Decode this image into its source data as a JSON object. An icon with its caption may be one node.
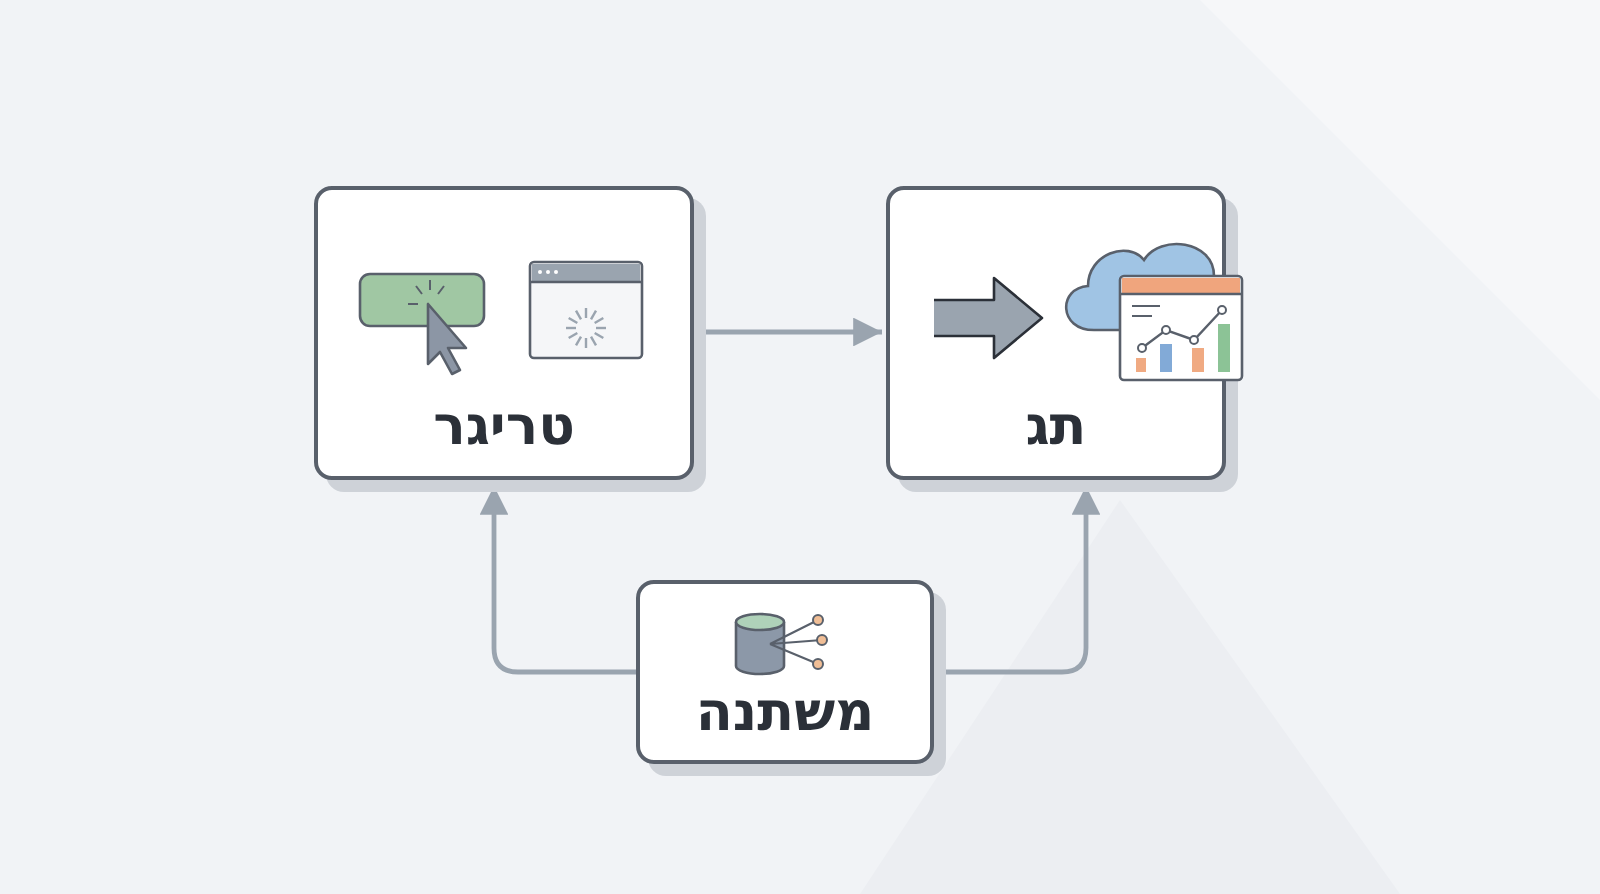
{
  "diagram": {
    "nodes": [
      {
        "text": [
          "טריגר"
        ]
      },
      {
        "text": [
          "תג"
        ]
      },
      {
        "text": [
          "משתנה"
        ]
      }
    ],
    "edges": [
      {
        "from": 0,
        "to": 1,
        "arrow": "to"
      },
      {
        "from": 2,
        "to": 0,
        "arrow": "to"
      },
      {
        "from": 2,
        "to": 1,
        "arrow": "to"
      }
    ]
  }
}
